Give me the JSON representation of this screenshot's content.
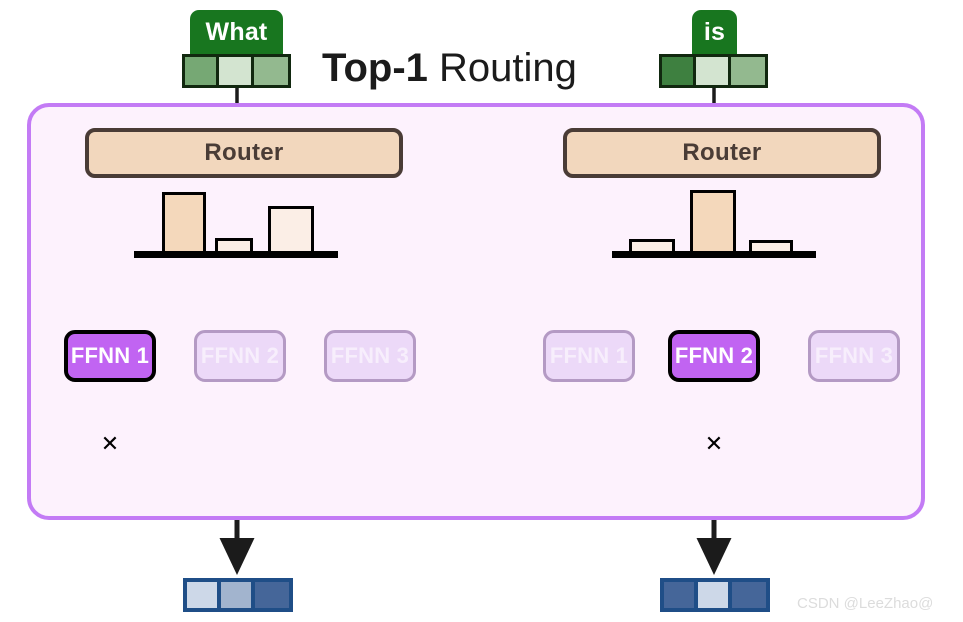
{
  "title": {
    "bold": "Top-1",
    "rest": " Routing"
  },
  "watermark": "CSDN @LeeZhao@",
  "colors": {
    "panel_border": "#c37bf5",
    "panel_fill": "#fdf2fd",
    "token_chip": "#18761f",
    "router_fill": "#f2d7bd",
    "router_border": "#4a3c36",
    "expert_active": "#c164f2",
    "expert_idle": "#ecd9f8",
    "output_border": "#1f4e87",
    "wire": "#1b1b1b",
    "dotted_highlight": "#6b6b6b"
  },
  "columns": [
    {
      "id": "column-what",
      "token": "What",
      "input_embedding": {
        "cells": [
          "#76a874",
          "#d3e4d0",
          "#93b98f"
        ]
      },
      "router": {
        "label": "Router"
      },
      "chart_data": {
        "type": "bar",
        "categories": [
          "FFNN 1",
          "FFNN 2",
          "FFNN 3"
        ],
        "values": [
          0.6,
          0.18,
          0.48
        ],
        "selected_index": 0,
        "ylabel": "",
        "xlabel": "",
        "ylim": [
          0,
          0.7
        ],
        "grid": false,
        "title": ""
      },
      "experts": [
        {
          "label": "FFNN 1",
          "state": "active"
        },
        {
          "label": "FFNN 2",
          "state": "idle"
        },
        {
          "label": "FFNN 3",
          "state": "idle"
        }
      ],
      "operator": {
        "symbol": "✕",
        "name": "multiply"
      },
      "output_embedding": {
        "cells": [
          "#cdd8e8",
          "#a2b4ce",
          "#456699"
        ]
      }
    },
    {
      "id": "column-is",
      "token": "is",
      "input_embedding": {
        "cells": [
          "#3e8040",
          "#d3e4d0",
          "#93b98f"
        ]
      },
      "router": {
        "label": "Router"
      },
      "chart_data": {
        "type": "bar",
        "categories": [
          "FFNN 1",
          "FFNN 2",
          "FFNN 3"
        ],
        "values": [
          0.14,
          0.62,
          0.13
        ],
        "selected_index": 1,
        "ylabel": "",
        "xlabel": "",
        "ylim": [
          0,
          0.7
        ],
        "grid": false,
        "title": ""
      },
      "experts": [
        {
          "label": "FFNN 1",
          "state": "idle"
        },
        {
          "label": "FFNN 2",
          "state": "active"
        },
        {
          "label": "FFNN 3",
          "state": "idle"
        }
      ],
      "operator": {
        "symbol": "✕",
        "name": "multiply"
      },
      "output_embedding": {
        "cells": [
          "#456699",
          "#cdd8e8",
          "#456699"
        ]
      }
    }
  ]
}
